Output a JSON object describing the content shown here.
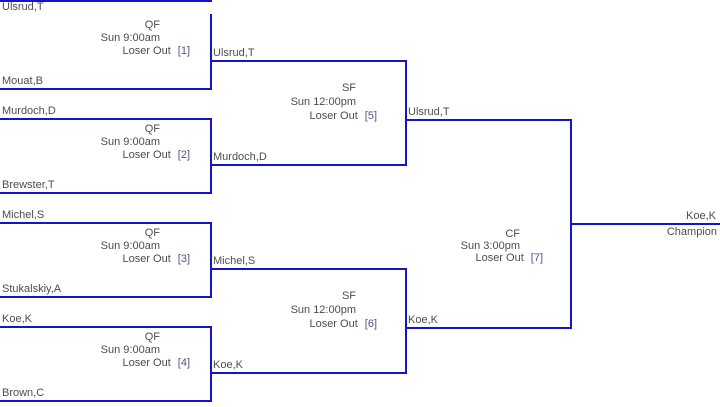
{
  "colors": {
    "line": "#1414cc",
    "text": "#4d4d4d",
    "game_number": "#52528e",
    "background": "#ffffff"
  },
  "entrants": [
    "Ulsrud,T",
    "Mouat,B",
    "Murdoch,D",
    "Brewster,T",
    "Michel,S",
    "Stukalskiy,A",
    "Koe,K",
    "Brown,C"
  ],
  "games": [
    {
      "round": "QF",
      "time": "Sun 9:00am",
      "loser_rule": "Loser Out",
      "number": "[1]",
      "winner": "Ulsrud,T"
    },
    {
      "round": "QF",
      "time": "Sun 9:00am",
      "loser_rule": "Loser Out",
      "number": "[2]",
      "winner": "Murdoch,D"
    },
    {
      "round": "QF",
      "time": "Sun 9:00am",
      "loser_rule": "Loser Out",
      "number": "[3]",
      "winner": "Michel,S"
    },
    {
      "round": "QF",
      "time": "Sun 9:00am",
      "loser_rule": "Loser Out",
      "number": "[4]",
      "winner": "Koe,K"
    },
    {
      "round": "SF",
      "time": "Sun 12:00pm",
      "loser_rule": "Loser Out",
      "number": "[5]",
      "winner": "Ulsrud,T"
    },
    {
      "round": "SF",
      "time": "Sun 12:00pm",
      "loser_rule": "Loser Out",
      "number": "[6]",
      "winner": "Koe,K"
    },
    {
      "round": "CF",
      "time": "Sun 3:00pm",
      "loser_rule": "Loser Out",
      "number": "[7]"
    }
  ],
  "champion": {
    "name": "Koe,K",
    "label": "Champion"
  }
}
